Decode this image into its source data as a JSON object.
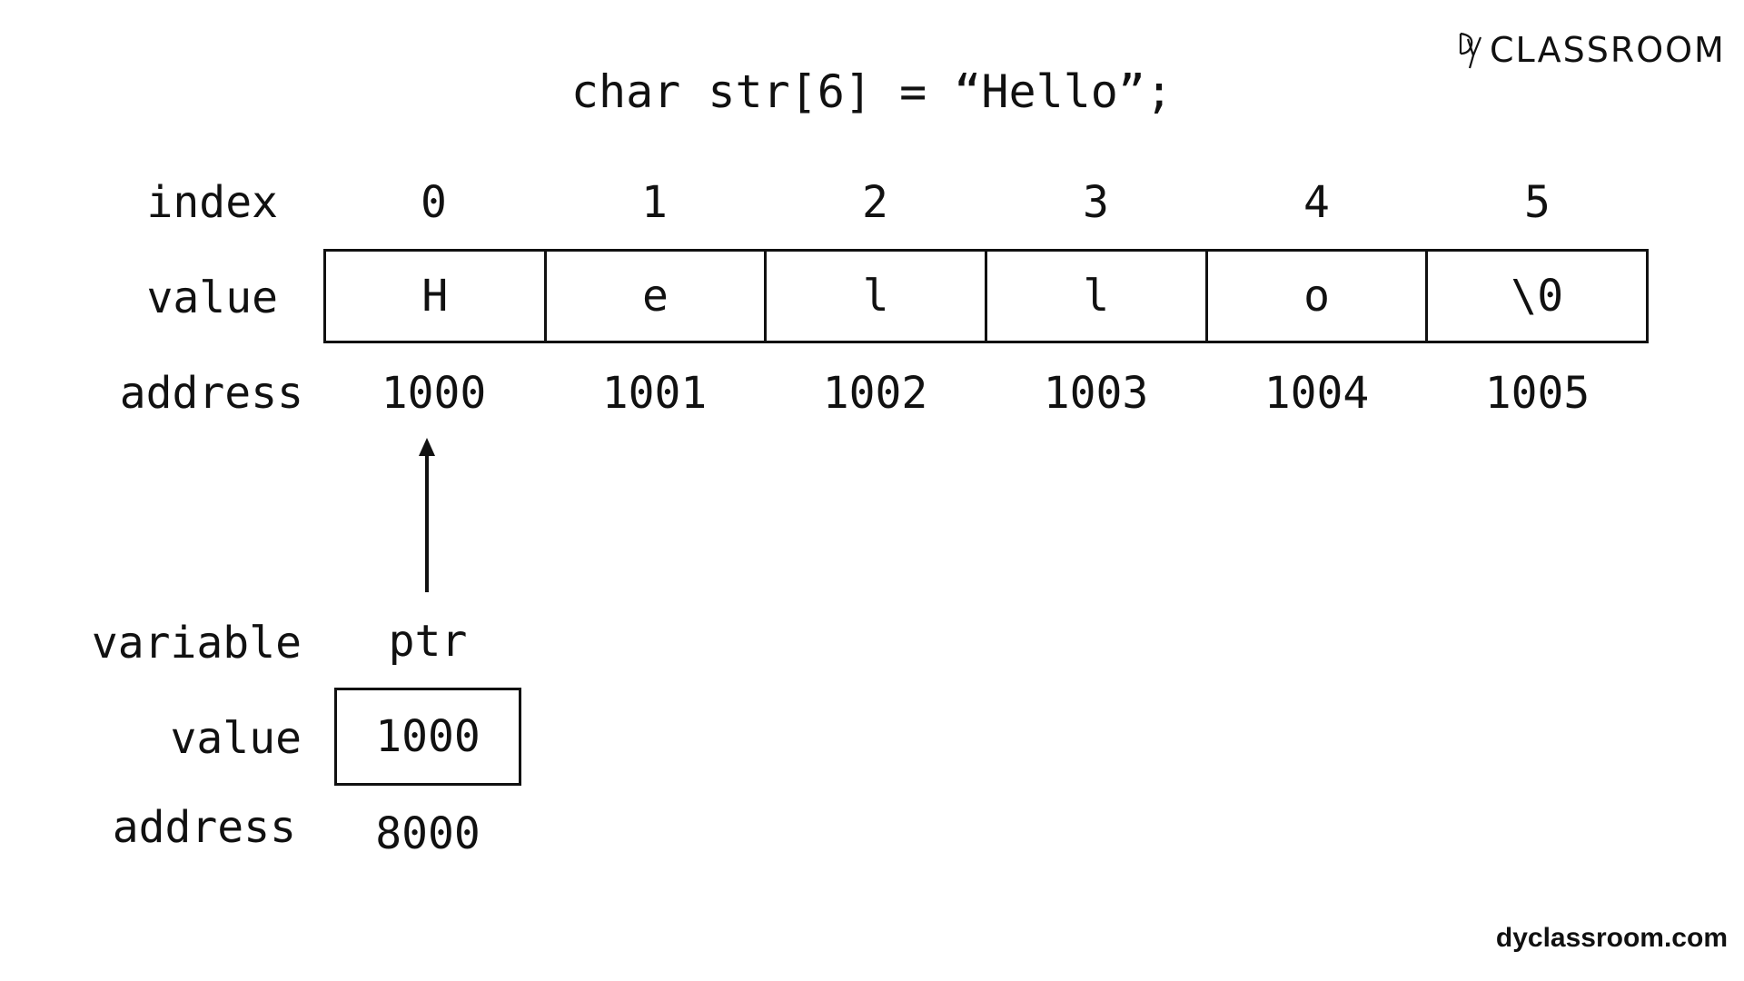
{
  "code": "char str[6] = “Hello”;",
  "labels": {
    "index": "index",
    "value": "value",
    "address": "address",
    "variable": "variable",
    "ptr_value": "value",
    "ptr_address": "address"
  },
  "array": {
    "indices": [
      "0",
      "1",
      "2",
      "3",
      "4",
      "5"
    ],
    "values": [
      "H",
      "e",
      "l",
      "l",
      "o",
      "\\0"
    ],
    "addresses": [
      "1000",
      "1001",
      "1002",
      "1003",
      "1004",
      "1005"
    ]
  },
  "pointer": {
    "name": "ptr",
    "value": "1000",
    "address": "8000"
  },
  "logo": {
    "text": "CLASSROOM"
  },
  "site": "dyclassroom.com"
}
